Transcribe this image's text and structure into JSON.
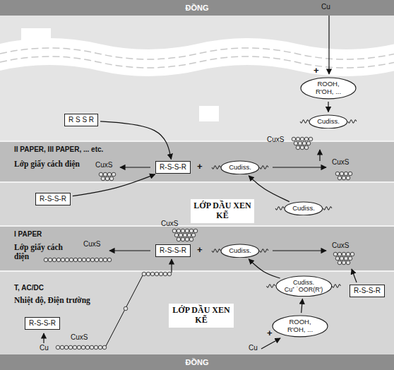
{
  "diagram": {
    "nodes": [
      {
        "text": [
          "ĐỒNG"
        ]
      },
      {
        "text": [
          "ROOH, R'OH, ..."
        ]
      },
      {
        "text": [
          "Cudiss."
        ]
      },
      {
        "text": [
          "R S S R"
        ]
      },
      {
        "text": [
          "II PAPER, III PAPER, ... etc.",
          "Lớp giấy cách điện"
        ]
      },
      {
        "text": [
          "R-S-S-R"
        ],
        "in": 4
      },
      {
        "text": [
          "Cudiss."
        ],
        "in": 4
      },
      {
        "text": [
          "R-S-S-R"
        ]
      },
      {
        "text": [
          "Cudiss."
        ]
      },
      {
        "text": [
          "I PAPER",
          "Lớp giấy cách điện"
        ]
      },
      {
        "text": [
          "R-S-S-R"
        ],
        "in": 9
      },
      {
        "text": [
          "Cudiss."
        ],
        "in": 9
      },
      {
        "text": [
          "Cudiss.",
          "Cu⁺ ˙OOR(R')"
        ]
      },
      {
        "text": [
          "R-S-S-R"
        ]
      },
      {
        "text": [
          "ROOH, R'OH, ..."
        ]
      },
      {
        "text": [
          "R-S-S-R"
        ]
      },
      {
        "text": [
          "ĐỒNG"
        ]
      }
    ],
    "edges": [
      {
        "from": 1,
        "to": 2,
        "arrow": "to"
      },
      {
        "from": 3,
        "to": 5,
        "arrow": "to"
      },
      {
        "from": 7,
        "to": 5,
        "arrow": "to"
      },
      {
        "from": 8,
        "to": 6,
        "arrow": "to"
      },
      {
        "from": 14,
        "to": 12,
        "arrow": "to"
      },
      {
        "from": 12,
        "to": 11,
        "arrow": "to"
      }
    ],
    "labels": [
      "Cu",
      "+",
      "CuxS",
      "CuxS",
      "+",
      "CuxS",
      "LỚP DẦU XEN KẼ",
      "CuxS",
      "CuxS",
      "+",
      "CuxS",
      "T, AC/DC",
      "Nhiệt độ, Điện trường",
      "LỚP DẦU XEN KẼ",
      "+",
      "Cu",
      "Cu",
      "CuxS"
    ]
  }
}
